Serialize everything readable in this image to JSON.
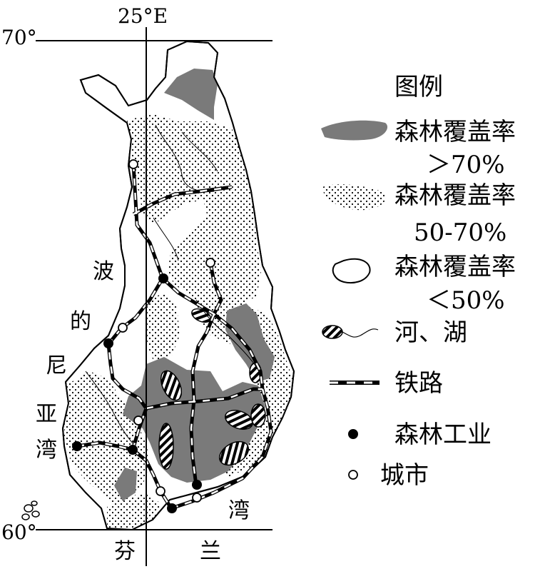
{
  "map": {
    "meridian_label": "25°E",
    "parallel_labels": {
      "north": "70°",
      "south": "60°"
    },
    "water_labels": {
      "bothnia_chars": [
        "波",
        "的",
        "尼",
        "亚",
        "湾"
      ],
      "finland_gulf_chars": [
        "芬",
        "兰",
        "湾"
      ]
    }
  },
  "legend": {
    "title": "图例",
    "items": [
      {
        "id": "forest-high",
        "line1": "森林覆盖率",
        "line2": "＞70%",
        "color": "#7a7a7a"
      },
      {
        "id": "forest-mid",
        "line1": "森林覆盖率",
        "line2": "50-70%"
      },
      {
        "id": "forest-low",
        "line1": "森林覆盖率",
        "line2": "＜50%"
      },
      {
        "id": "river-lake",
        "line1": "河、湖"
      },
      {
        "id": "railway",
        "line1": "铁路"
      },
      {
        "id": "forest-industry",
        "line1": "森林工业"
      },
      {
        "id": "city",
        "line1": "城市"
      }
    ]
  }
}
